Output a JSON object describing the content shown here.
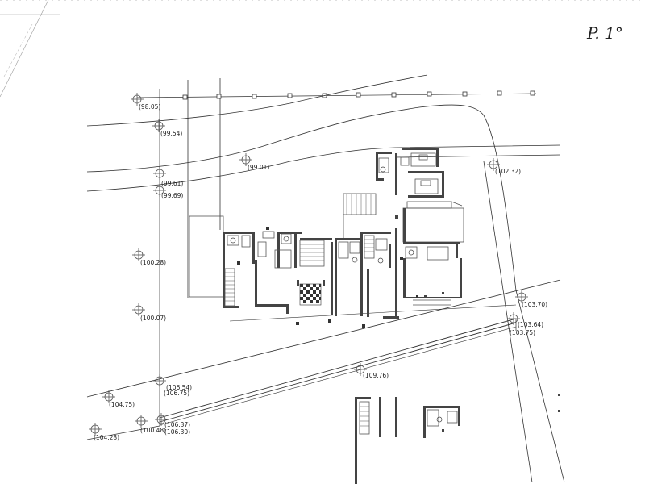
{
  "page_label": "P. 1°",
  "survey_points": [
    {
      "label": "(98.05)"
    },
    {
      "label": "(99.54)"
    },
    {
      "label": "(99.01)"
    },
    {
      "label": "(99.61)"
    },
    {
      "label": "(99.69)"
    },
    {
      "label": "(100.28)"
    },
    {
      "label": "(100.07)"
    },
    {
      "label": "(102.32)"
    },
    {
      "label": "(103.70)"
    },
    {
      "label": "(103.64)"
    },
    {
      "label": "(103.75)"
    },
    {
      "label": "(109.76)"
    },
    {
      "label": "(104.75)"
    },
    {
      "label": "(106.54)"
    },
    {
      "label": "(106.75)"
    },
    {
      "label": "(104.28)"
    },
    {
      "label": "(100.48)"
    },
    {
      "label": "(106.37)"
    },
    {
      "label": "(106.30)"
    }
  ]
}
